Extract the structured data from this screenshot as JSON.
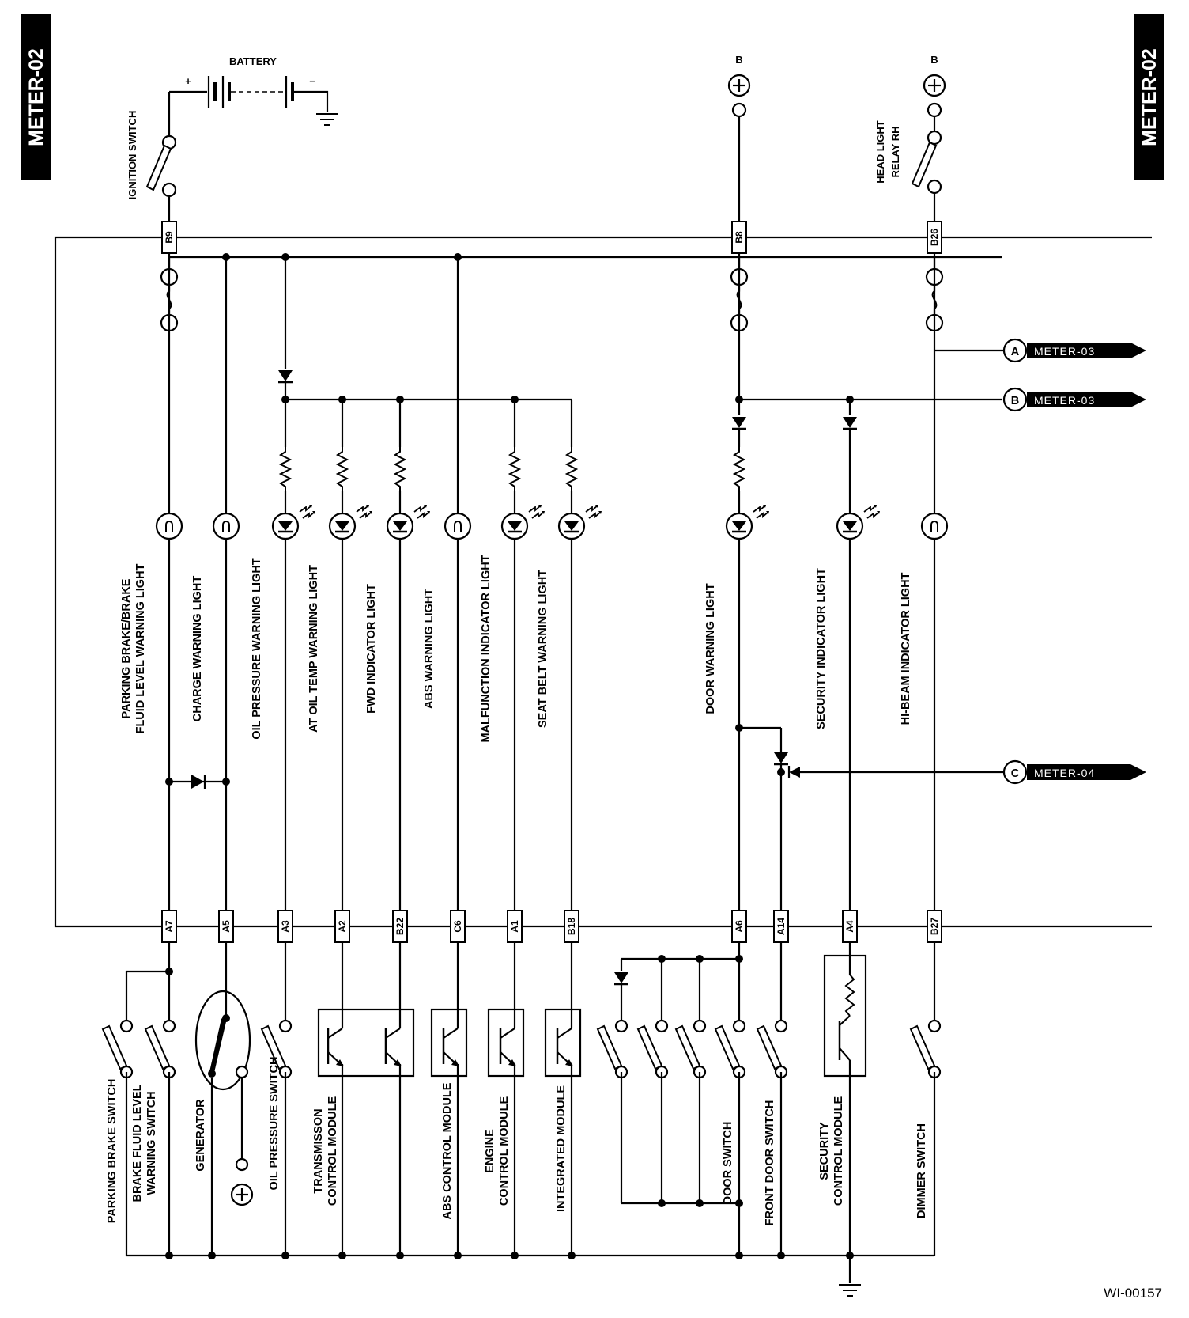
{
  "page_tag_left": "METER-02",
  "page_tag_right": "METER-02",
  "battery_label": "BATTERY",
  "ignition_switch_label": "IGNITION SWITCH",
  "supply_b_label": "B",
  "headlight_relay_label": [
    "HEAD LIGHT",
    "RELAY RH"
  ],
  "connectors_top": [
    "B9",
    "B8",
    "B26"
  ],
  "connectors_bottom": [
    "A7",
    "A5",
    "A3",
    "A2",
    "B22",
    "C6",
    "A1",
    "B18",
    "A6",
    "A14",
    "A4",
    "B27"
  ],
  "references": [
    {
      "letter": "A",
      "target": "METER-03"
    },
    {
      "letter": "B",
      "target": "METER-03"
    },
    {
      "letter": "C",
      "target": "METER-04"
    }
  ],
  "lights": [
    [
      "PARKING BRAKE/BRAKE",
      "FLUID LEVEL WARNING LIGHT"
    ],
    [
      "CHARGE WARNING LIGHT"
    ],
    [
      "OIL PRESSURE WARNING LIGHT"
    ],
    [
      "AT OIL TEMP WARNING LIGHT"
    ],
    [
      "FWD INDICATOR LIGHT"
    ],
    [
      "ABS WARNING LIGHT"
    ],
    [
      "MALFUNCTION INDICATOR LIGHT"
    ],
    [
      "SEAT BELT WARNING LIGHT"
    ],
    [
      "DOOR WARNING LIGHT"
    ],
    [
      "SECURITY INDICATOR LIGHT"
    ],
    [
      "HI-BEAM INDICATOR LIGHT"
    ]
  ],
  "devices": [
    [
      "PARKING BRAKE SWITCH"
    ],
    [
      "BRAKE FLUID LEVEL",
      "WARNING SWITCH"
    ],
    [
      "GENERATOR"
    ],
    [
      "OIL PRESSURE SWITCH"
    ],
    [
      "TRANSMISSON",
      "CONTROL MODULE"
    ],
    [
      "ABS CONTROL MODULE"
    ],
    [
      "ENGINE",
      "CONTROL MODULE"
    ],
    [
      "INTEGRATED MODULE"
    ],
    [
      "DOOR SWITCH"
    ],
    [
      "FRONT DOOR SWITCH"
    ],
    [
      "SECURITY",
      "CONTROL MODULE"
    ],
    [
      "DIMMER SWITCH"
    ]
  ],
  "figure_code": "WI-00157",
  "battery_plus": "+",
  "battery_minus": "−"
}
